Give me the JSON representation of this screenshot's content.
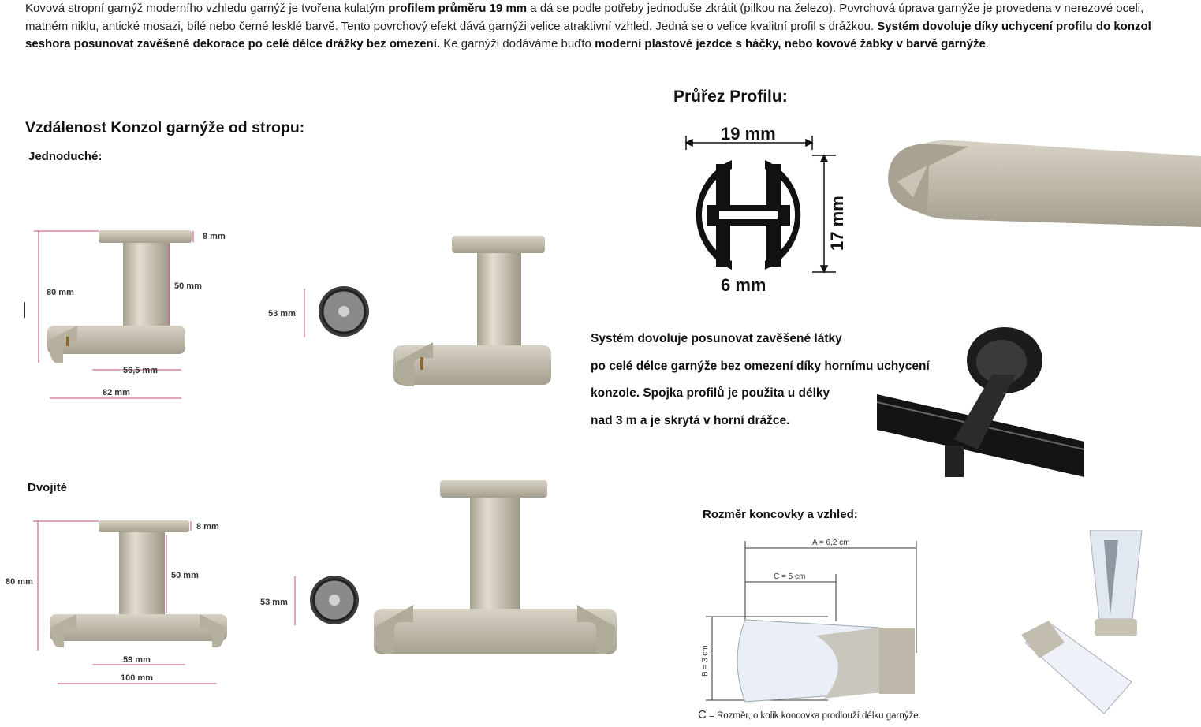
{
  "intro": {
    "s1": "Kovová stropní garnýž moderního vzhledu garnýž je tvořena kulatým ",
    "b1": "profilem průměru 19 mm",
    "s2": " a dá se podle potřeby jednoduše zkrátit (pilkou na železo). Povrchová úprava garnýže je provedena v nerezové oceli, matném niklu, antické mosazi, bílé nebo černé lesklé barvě. Tento povrchový efekt dává garnýži velice atraktivní vzhled. Jedná se o velice kvalitní profil s drážkou. ",
    "b2": "Systém dovoluje díky uchycení profilu do konzol seshora posunovat zavěšené dekorace po celé délce drážky bez omezení.",
    "s3": " Ke garnýži dodáváme buďto ",
    "b3": "moderní plastové jezdce s háčky, nebo kovové žabky v barvě garnýže",
    "s4": "."
  },
  "headings": {
    "distance": "Vzdálenost Konzol garnýže od stropu:",
    "single": "Jednoduché:",
    "double": "Dvojité",
    "profile": "Průřez Profilu:",
    "endcap": "Rozměr koncovky a vzhled:"
  },
  "single_bracket": {
    "top": "8 mm",
    "height": "80 mm",
    "stem": "50 mm",
    "inner": "56,5 mm",
    "outer": "82 mm",
    "disc": "53 mm"
  },
  "double_bracket": {
    "top": "8 mm",
    "height": "80 mm",
    "stem": "50 mm",
    "inner": "59 mm",
    "outer": "100 mm",
    "disc": "53 mm"
  },
  "profile": {
    "width": "19 mm",
    "height": "17 mm",
    "gap": "6 mm"
  },
  "system_text": [
    "Systém dovoluje posunovat zavěšené látky",
    "po celé délce garnýže bez omezení díky hornímu uchycení",
    "konzole. Spojka profilů je použita u délky",
    " nad 3 m a je skrytá v horní drážce."
  ],
  "endcap": {
    "a": "A = 6,2 cm",
    "c": "C = 5 cm",
    "b": "B = 3 cm",
    "caption_letter": "C",
    "caption": " = Rozměr, o kolik koncovka prodlouží délku garnýže."
  },
  "colors": {
    "metal_light": "#d9d4c6",
    "metal": "#b8b2a2",
    "metal_dark": "#8f8a7c",
    "dim_line": "#c0457a",
    "black": "#111111"
  }
}
